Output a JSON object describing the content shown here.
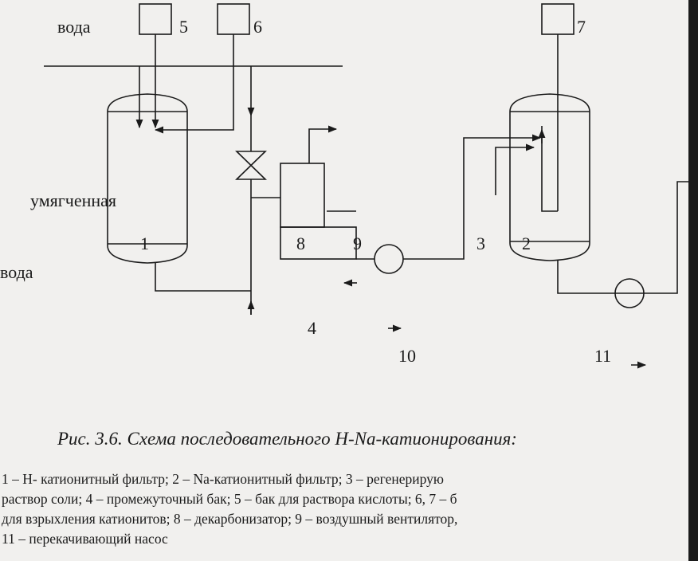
{
  "diagram": {
    "labels": {
      "water_in": "вода",
      "softened_1": "умягченная",
      "softened_2": "вода",
      "n1": "1",
      "n2": "2",
      "n3": "3",
      "n4": "4",
      "n5": "5",
      "n6": "6",
      "n7": "7",
      "n8": "8",
      "n9": "9",
      "n10": "10",
      "n11": "11"
    }
  },
  "caption": "Рис. 3.6. Схема последовательного H-Na-катионирования:",
  "legend": [
    "1 – H- катионитный фильтр; 2 – Na-катионитный фильтр; 3 –  регенерирую",
    "раствор соли; 4 – промежуточный бак; 5 – бак для раствора кислоты; 6, 7 – б",
    "для взрыхления катионитов;  8 –  декарбонизатор; 9 – воздушный вентилятор,",
    "11 – перекачивающий насос"
  ]
}
